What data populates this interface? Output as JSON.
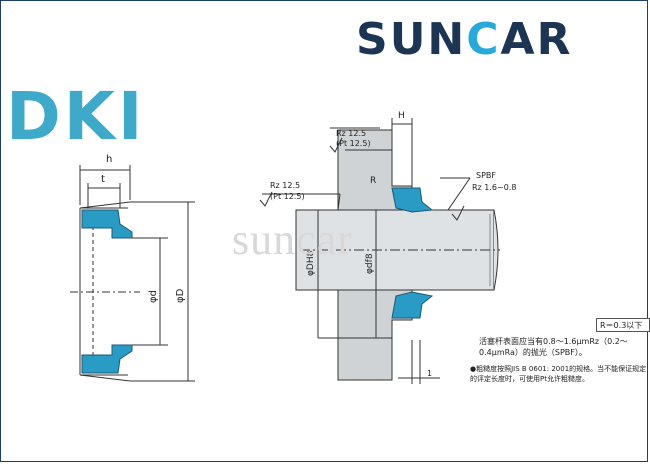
{
  "brand": {
    "text_dark_1": "SUN",
    "text_accent": "C",
    "text_dark_2": "AR",
    "colors": {
      "dark": "#1b3553",
      "accent": "#29a9d9"
    }
  },
  "series_logo": "DKI",
  "watermark": "suncar",
  "left_view": {
    "dim_h": "h",
    "dim_t": "t",
    "dim_d": "φd",
    "dim_D": "φD"
  },
  "right_view": {
    "rz_top_1": "Rz 12.5",
    "rz_top_2": "(Pt 12.5)",
    "rz_left_1": "Rz 12.5",
    "rz_left_2": "(Pt 12.5)",
    "dim_H": "H",
    "label_R": "R",
    "spbf": "SPBF",
    "rz_right": "Rz 1.6~0.8",
    "dim_DH8": "φDH8",
    "dim_df8": "φdf8",
    "r_box": "R＝0.3以下",
    "dim_one": "1"
  },
  "note_main": "活塞杆表面应当有0.8～1.6μmRz（0.2～0.4μmRa）的抛光（SPBF）。",
  "note_small": "●粗糙度按照JIS B 0601: 2001的规格。当不能保证规定的评定长度时，可使用Pt允许粗糙度。",
  "colors": {
    "seal_fill": "#2a9bc4",
    "metal_gray": "#cfd3d6",
    "line": "#333333"
  }
}
